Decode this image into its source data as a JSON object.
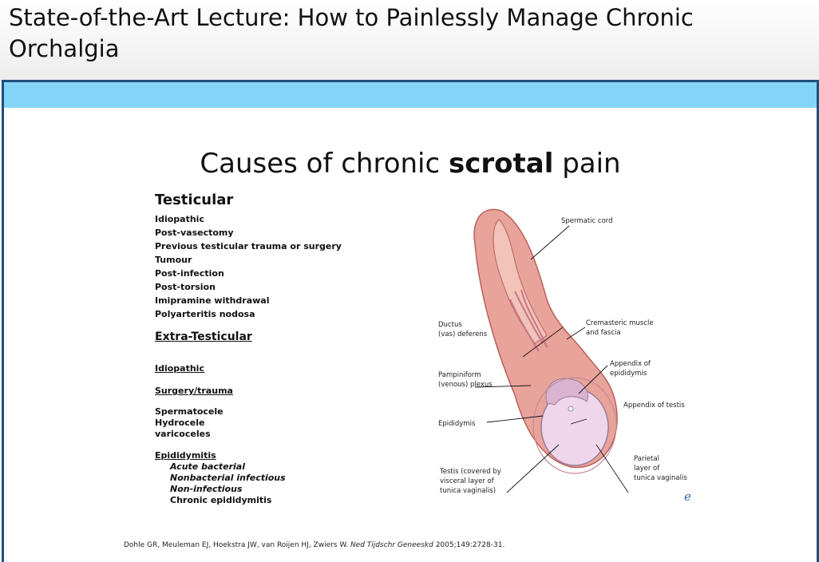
{
  "header": {
    "title": "State-of-the-Art Lecture: How to Painlessly Manage Chronic Orchalgia"
  },
  "slide": {
    "title_prefix": "Causes of chronic ",
    "title_bold": "scrotal",
    "title_suffix": " pain",
    "testicular_heading": "Testicular",
    "testicular_items": [
      "Idiopathic",
      "Post-vasectomy",
      "Previous testicular trauma or surgery",
      "Tumour",
      "Post-infection",
      "Post-torsion",
      "Imipramine withdrawal",
      "Polyarteritis nodosa"
    ],
    "extra_heading": "Extra-Testicular",
    "extra_idiopathic": "Idiopathic",
    "extra_surgery": "Surgery/trauma",
    "extra_masses": [
      "Spermatocele",
      "Hydrocele",
      "varicoceles"
    ],
    "epididymitis_heading": "Epididymitis",
    "epididymitis_items": [
      "Acute bacterial",
      "Nonbacterial infectious",
      "Non-infectious"
    ],
    "chronic_epididymitis": "Chronic epididymitis",
    "citation_authors": "Dohle GR, Meuleman EJ, Hoekstra JW, van Roijen HJ, Zwiers W. ",
    "citation_journal": "Ned Tijdschr Geneeskd",
    "citation_rest": " 2005;149:2728-31.",
    "logo_letter": "e"
  },
  "diagram_labels": {
    "spermatic_cord": "Spermatic cord",
    "cremasteric_1": "Cremasteric muscle",
    "cremasteric_2": "and fascia",
    "ductus_1": "Ductus",
    "ductus_2": "(vas) deferens",
    "appendix_epi_1": "Appendix of",
    "appendix_epi_2": "epididymis",
    "pampiniform_1": "Pampiniform",
    "pampiniform_2": "(venous) plexus",
    "appendix_testis": "Appendix of testis",
    "epididymis": "Epididymis",
    "parietal_1": "Parietal",
    "parietal_2": "layer of",
    "parietal_3": "tunica vaginalis",
    "testis_1": "Testis (covered by",
    "testis_2": "visceral layer of",
    "testis_3": "tunica vaginalis)"
  },
  "colors": {
    "top_bar": "#84d4f7",
    "frame_border": "#1f4f7a",
    "tissue": "#e8a39a",
    "testis": "#efd6ea"
  },
  "controls": [
    "prev-icon",
    "next-icon",
    "pen-icon",
    "slides-icon",
    "zoom-icon",
    "more-icon"
  ]
}
